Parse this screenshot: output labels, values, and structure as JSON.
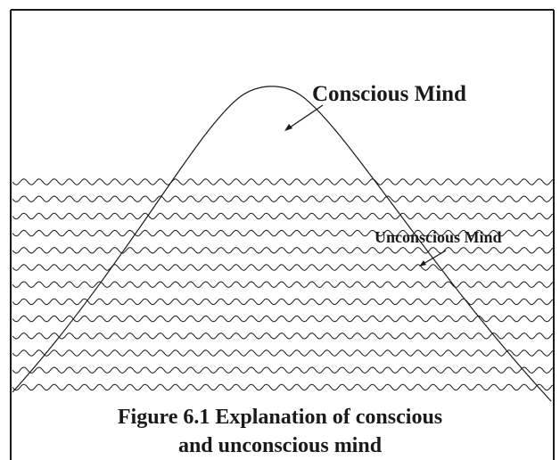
{
  "diagram": {
    "conscious_label": "Conscious Mind",
    "unconscious_label": "Unconscious Mind",
    "caption_line1": "Figure 6.1 Explanation of conscious",
    "caption_line2": "and unconscious mind"
  },
  "colors": {
    "ink": "#1a1a1a",
    "background": "#ffffff"
  }
}
